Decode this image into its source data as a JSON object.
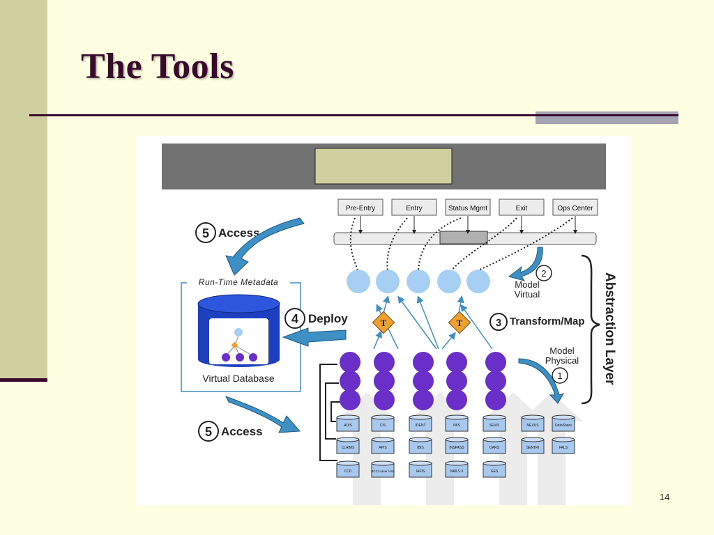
{
  "slide": {
    "title": "The Tools",
    "number": "14",
    "colors": {
      "background": "#fefee2",
      "accent_band": "#cfcf9f",
      "title": "#3a0a2e",
      "rule_gray": "#a3a3b3"
    }
  },
  "diagram": {
    "apps": [
      "Pre-Entry",
      "Entry",
      "Status Mgmt",
      "Exit",
      "Ops Center"
    ],
    "access_top": {
      "number": "5",
      "label": "Access"
    },
    "access_bottom": {
      "number": "5",
      "label": "Access"
    },
    "deploy": {
      "number": "4",
      "label": "Deploy"
    },
    "transform": {
      "number": "3",
      "label": "Transform/Map"
    },
    "model_virtual": {
      "number": "2",
      "line1": "Model",
      "line2": "Virtual"
    },
    "model_physical": {
      "number": "1",
      "line1": "Model",
      "line2": "Physical"
    },
    "abstraction_layer": "Abstraction Layer",
    "runtime_metadata": "Run-Time Metadata",
    "virtual_database": "Virtual Database",
    "transform_symbol": "T",
    "db_rows": [
      [
        "ADIS",
        "CIS",
        "IDENT",
        "NIIS",
        "SEVIS",
        "NEXUS",
        "DataShare"
      ],
      [
        "CLAIMS",
        "APIS",
        "IBIS",
        "INSPASS",
        "OARS",
        "SENTRI",
        "FALS"
      ],
      [
        "CCD",
        "BCC/ Laser Visa",
        "IAFIS",
        "NAILS II",
        "GES"
      ]
    ],
    "colors": {
      "virtual_node": "#a6cff3",
      "physical_node": "#6a2fc9",
      "database": "#a9c8ee",
      "arrow": "#3d8fc4",
      "transform": "#f0a030",
      "header_bar": "#727272",
      "header_box": "#cfcf9f"
    }
  }
}
